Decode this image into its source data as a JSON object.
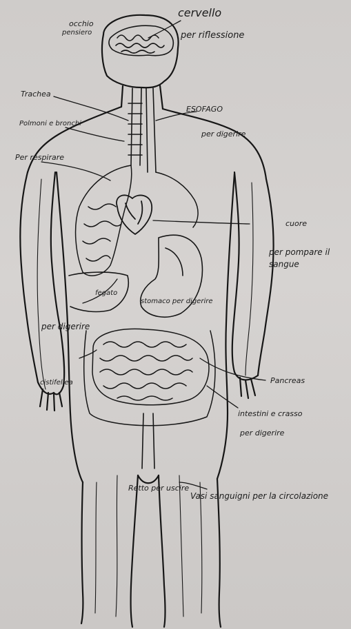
{
  "diagram": {
    "labels": {
      "occhio": "occhio",
      "pensiero": "pensiero",
      "cervello": "cervello",
      "per_riflessione": "per riflessione",
      "trachea": "Trachea",
      "polmoni": "Polmoni e bronchi",
      "per_respirare": "Per respirare",
      "esofago": "ESOFAGO",
      "per_digerire_top": "per digerire",
      "cuore": "cuore",
      "per_pompare": "per pompare il sangue",
      "fegato": "fegato",
      "stomaco": "stomaco per digerire",
      "per_digerire_left": "per digerire",
      "cistifellea": "cistifellea",
      "pancreas": "Pancreas",
      "intestini": "intestini e crasso",
      "per_digerire_right": "per digerire",
      "retto": "Retto per uscire",
      "vasi": "Vasi sanguigni per la circolazione"
    },
    "ink_color": "#161616",
    "paper_color": "#d3d0ce"
  }
}
